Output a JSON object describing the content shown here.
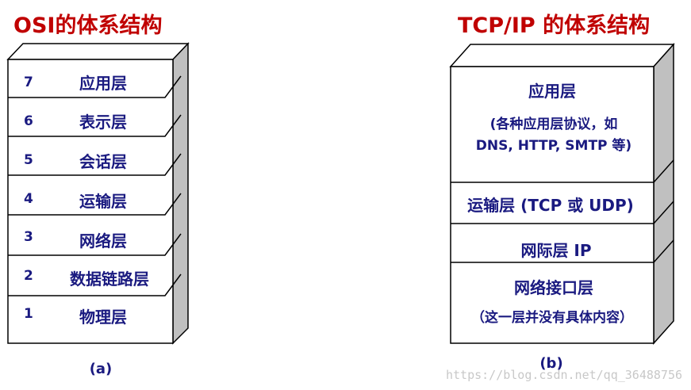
{
  "osi": {
    "title": "OSI的体系结构",
    "caption": "(a)",
    "layers": [
      {
        "num": "7",
        "name": "应用层"
      },
      {
        "num": "6",
        "name": "表示层"
      },
      {
        "num": "5",
        "name": "会话层"
      },
      {
        "num": "4",
        "name": "运输层"
      },
      {
        "num": "3",
        "name": "网络层"
      },
      {
        "num": "2",
        "name": "数据链路层"
      },
      {
        "num": "1",
        "name": "物理层"
      }
    ]
  },
  "tcpip": {
    "title": "TCP/IP 的体系结构",
    "caption": "(b)",
    "application": {
      "name": "应用层",
      "detail_line1": "(各种应用层协议，如",
      "detail_line2": "DNS, HTTP, SMTP 等)"
    },
    "transport": {
      "name": "运输层 (TCP 或 UDP)"
    },
    "internet": {
      "name": "网际层 IP"
    },
    "network": {
      "name": "网络接口层",
      "detail": "（这一层并没有具体内容）"
    }
  },
  "watermark": "https://blog.csdn.net/qq_36488756",
  "colors": {
    "title": "#c00000",
    "text": "#1a1a80",
    "side": "#c0c0c0",
    "top": "#ffffff"
  }
}
